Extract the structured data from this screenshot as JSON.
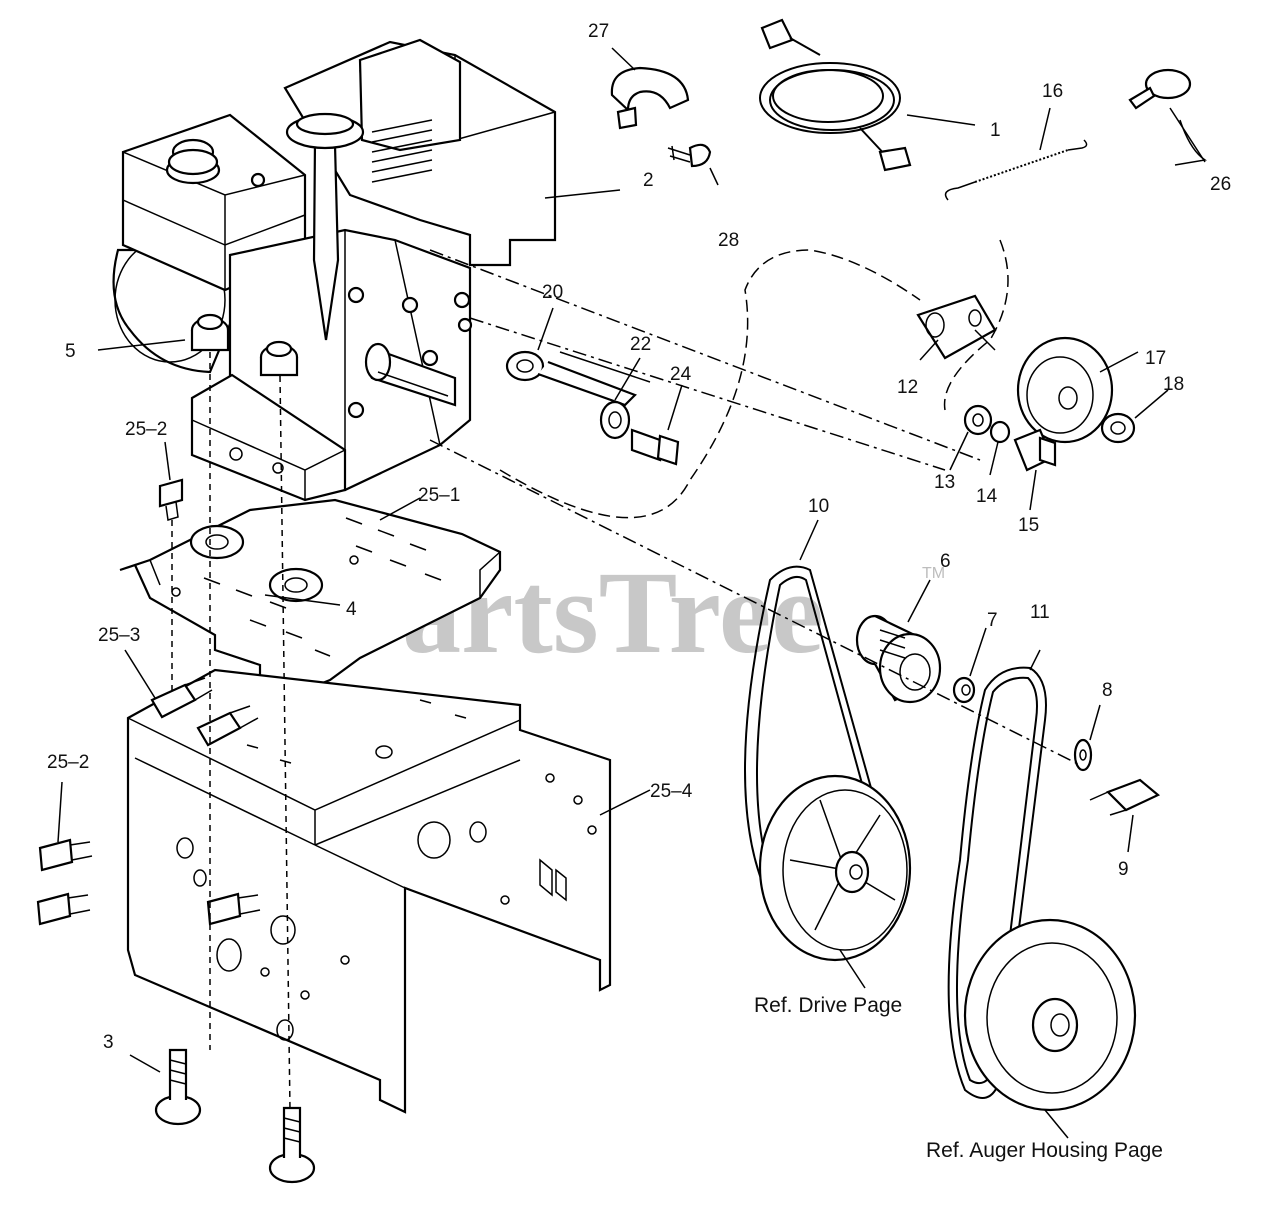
{
  "watermark": {
    "brand": "PartsTree",
    "mark": "TM"
  },
  "callouts": {
    "c1": "1",
    "c2": "2",
    "c3": "3",
    "c4": "4",
    "c5": "5",
    "c6": "6",
    "c7": "7",
    "c8": "8",
    "c9": "9",
    "c10": "10",
    "c11": "11",
    "c12": "12",
    "c13": "13",
    "c14": "14",
    "c15": "15",
    "c16": "16",
    "c17": "17",
    "c18": "18",
    "c20": "20",
    "c22": "22",
    "c24": "24",
    "c25_1": "25–1",
    "c25_2a": "25–2",
    "c25_2b": "25–2",
    "c25_3": "25–3",
    "c25_4": "25–4",
    "c26": "26",
    "c27": "27",
    "c28": "28"
  },
  "references": {
    "drive": "Ref. Drive Page",
    "auger": "Ref. Auger Housing Page"
  },
  "colors": {
    "line": "#000000",
    "background": "#ffffff",
    "watermark": "#c8c8c8"
  }
}
